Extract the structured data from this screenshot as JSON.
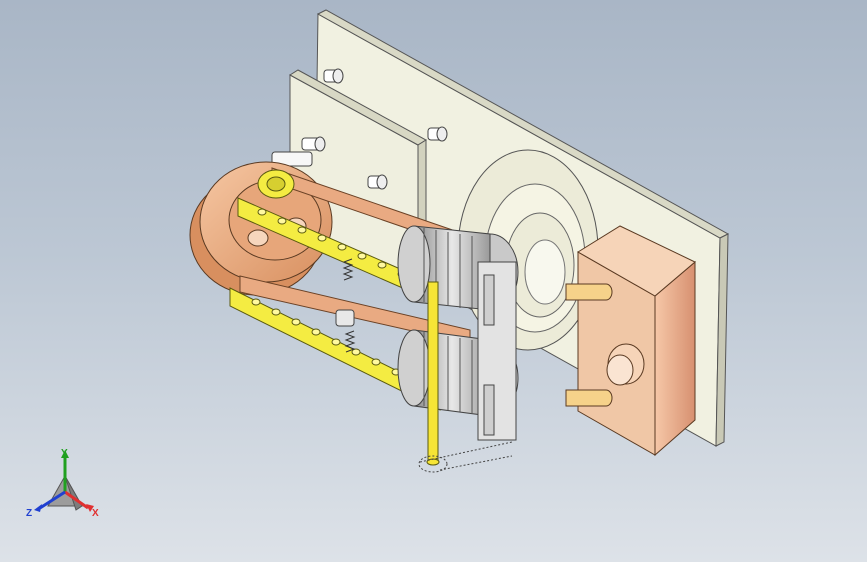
{
  "viewport": {
    "background_top": "#a9b6c6",
    "background_bottom": "#dde2e8"
  },
  "model": {
    "colors": {
      "plate": "#f1f1e1",
      "wheel": "#f2b184",
      "link": "#f4ec42",
      "motor_box": "#f0b48e",
      "cylinder": "#d7d7d7",
      "shaft": "#f6e536"
    }
  },
  "triad": {
    "x_label": "X",
    "y_label": "Y",
    "z_label": "Z",
    "x_color": "#e03030",
    "y_color": "#20a020",
    "z_color": "#2040d0"
  }
}
